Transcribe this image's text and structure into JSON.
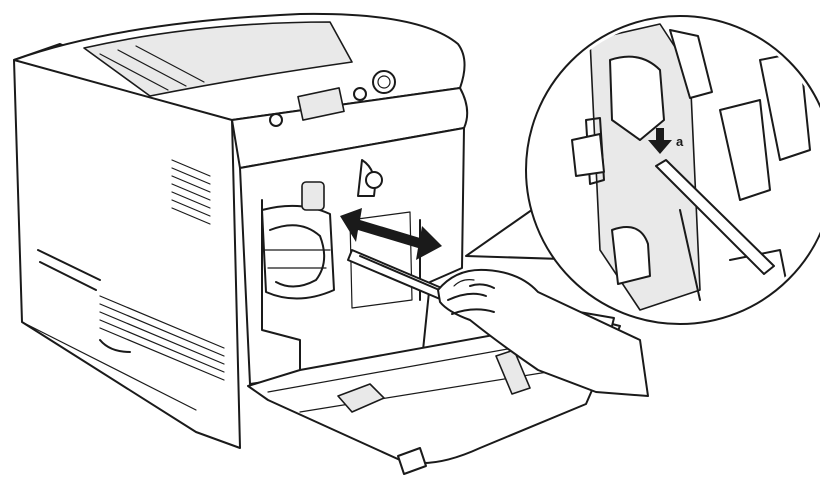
{
  "callout": {
    "label": "a"
  },
  "colors": {
    "line": "#1a1a1a",
    "background": "#ffffff",
    "shade": "#e9e9e9"
  },
  "icons": [
    "printer",
    "hand",
    "cleaning-rod",
    "double-arrow",
    "down-arrow",
    "magnifier-callout"
  ]
}
